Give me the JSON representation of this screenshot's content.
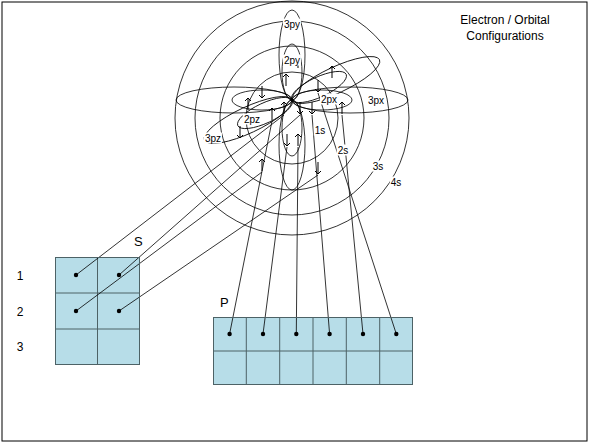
{
  "diagram": {
    "title": "Electron / Orbital Configurations",
    "nodes": [
      {
        "text": [
          "S"
        ]
      },
      {
        "text": [
          "P"
        ]
      }
    ],
    "labels": [
      "3py",
      "2py",
      "2px",
      "3px",
      "2pz",
      "3pz",
      "1s",
      "2s",
      "3s",
      "4s",
      "1",
      "2",
      "3"
    ]
  }
}
